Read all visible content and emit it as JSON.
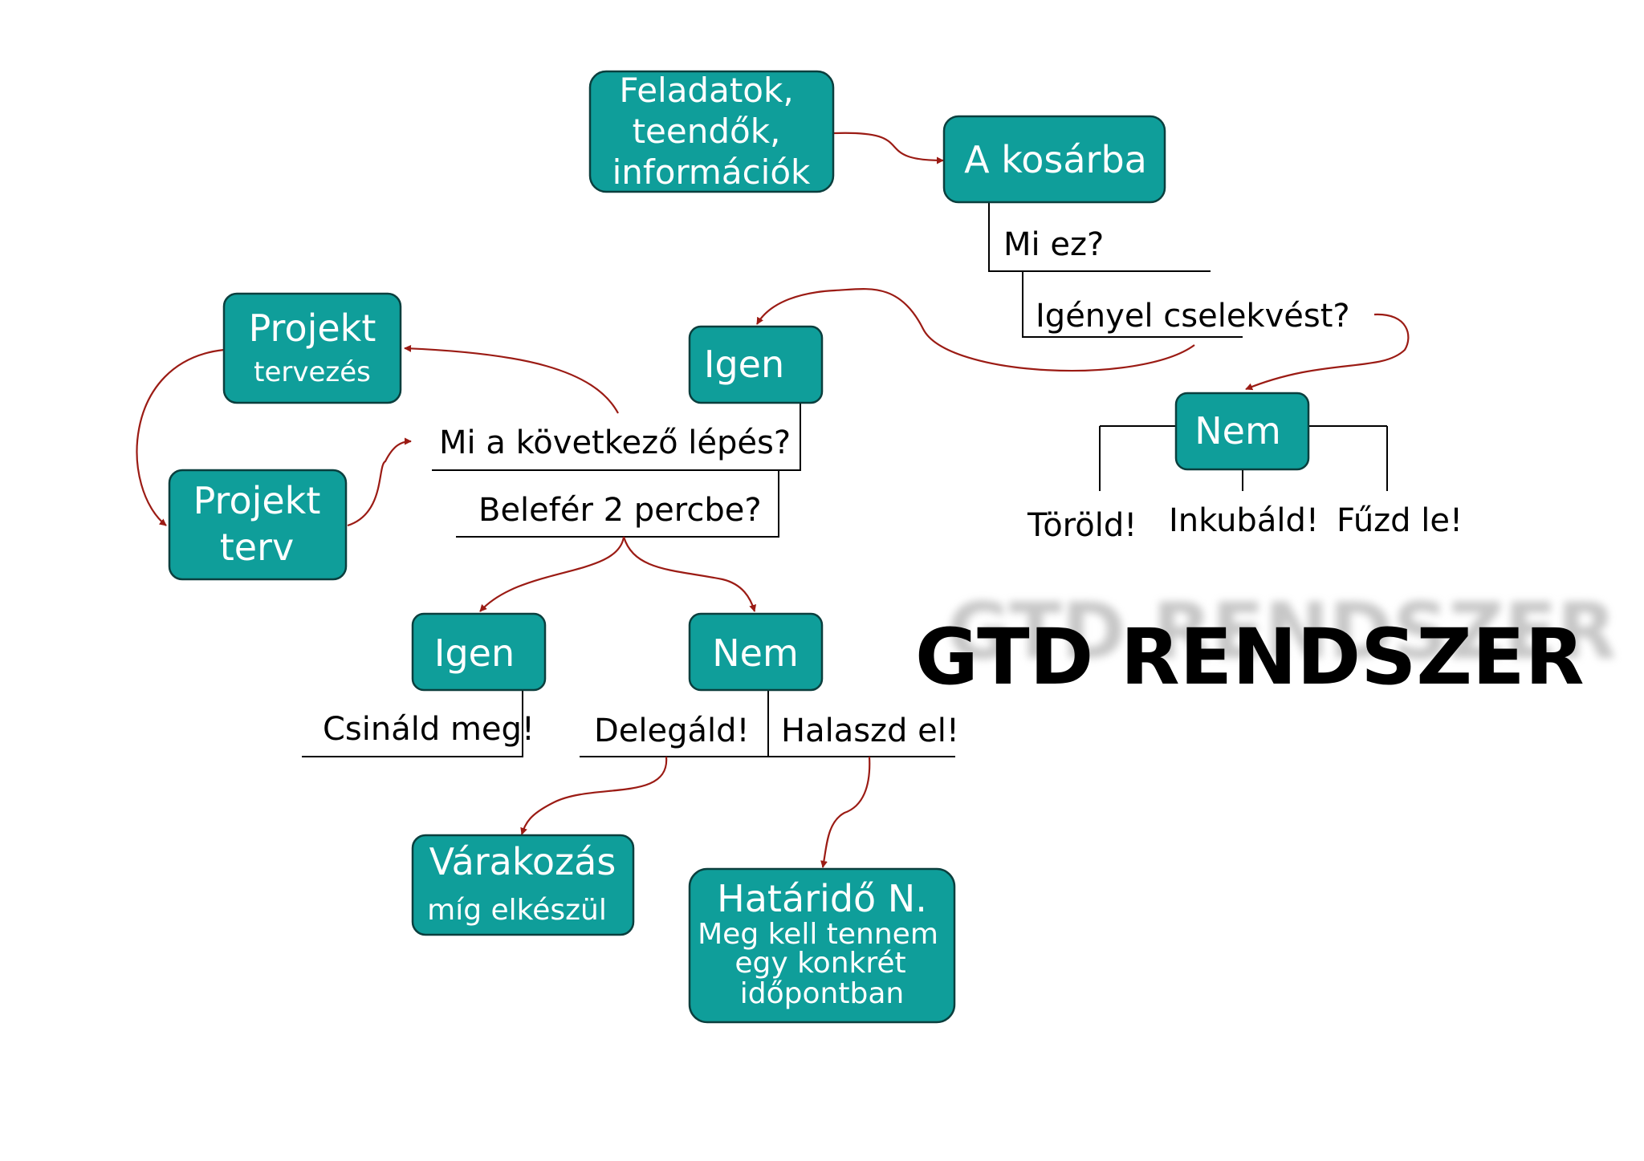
{
  "title": "GTD RENDSZER",
  "colors": {
    "box_fill": "#0f9e9a",
    "box_border": "#0b3f3e",
    "box_text": "#ffffff",
    "arrow": "#9b1b14",
    "text": "#000000"
  },
  "boxes": {
    "feladatok": {
      "line1": "Feladatok,",
      "line2": "teendők,",
      "line3": "információk"
    },
    "kosar": {
      "label": "A kosárba"
    },
    "igen_top": {
      "label": "Igen"
    },
    "nem_top": {
      "label": "Nem"
    },
    "projekt_tervezes": {
      "line1": "Projekt",
      "line2": "tervezés"
    },
    "projekt_terv": {
      "line1": "Projekt",
      "line2": "terv"
    },
    "igen_bottom": {
      "label": "Igen"
    },
    "nem_bottom": {
      "label": "Nem"
    },
    "varakozas": {
      "line1": "Várakozás",
      "line2": "míg elkészül"
    },
    "hatarido": {
      "line1": "Határidő N.",
      "line2": "Meg kell tennem",
      "line3": "egy konkrét",
      "line4": "időpontban"
    }
  },
  "labels": {
    "mi_ez": "Mi ez?",
    "igenyel": "Igényel cselekvést?",
    "torold": "Töröld!",
    "inkubald": "Inkubáld!",
    "fuzd": "Fűzd le!",
    "kovetkezo": "Mi a következő lépés?",
    "belefer": "Belefér 2 percbe?",
    "csinald": "Csináld meg!",
    "delegald": "Delegáld!",
    "halaszd": "Halaszd el!"
  }
}
